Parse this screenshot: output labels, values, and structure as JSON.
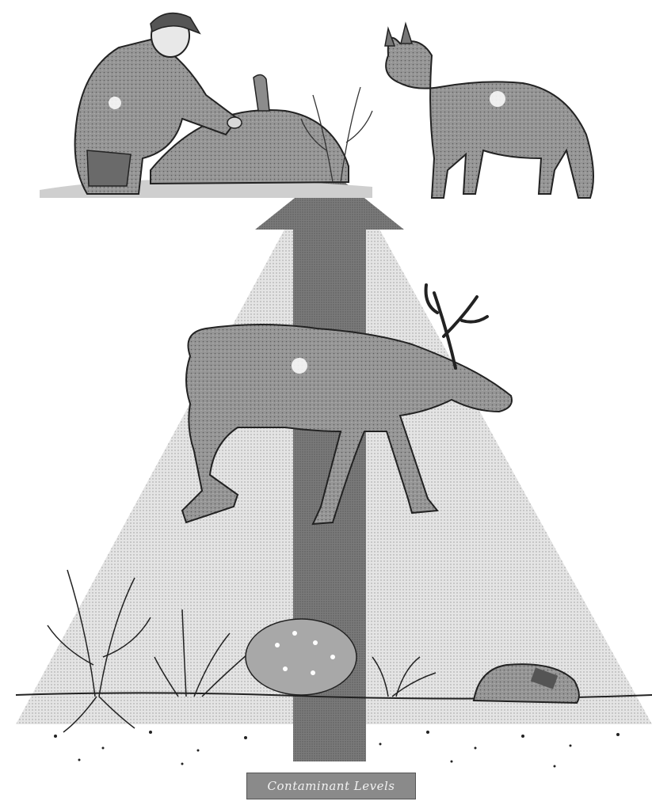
{
  "labels": {
    "source_label": "Contaminant Levels"
  },
  "colors": {
    "pyramid": "#d6d6d6",
    "arrow": "#6e6e6e",
    "animal_fill": "#8c8c8c",
    "ink": "#222222",
    "ground": "#b9b9b9"
  },
  "scene_parts": [
    "person-crouching",
    "harvested-caribou",
    "wolf",
    "caribou",
    "plants",
    "lichen",
    "rock",
    "soil"
  ]
}
